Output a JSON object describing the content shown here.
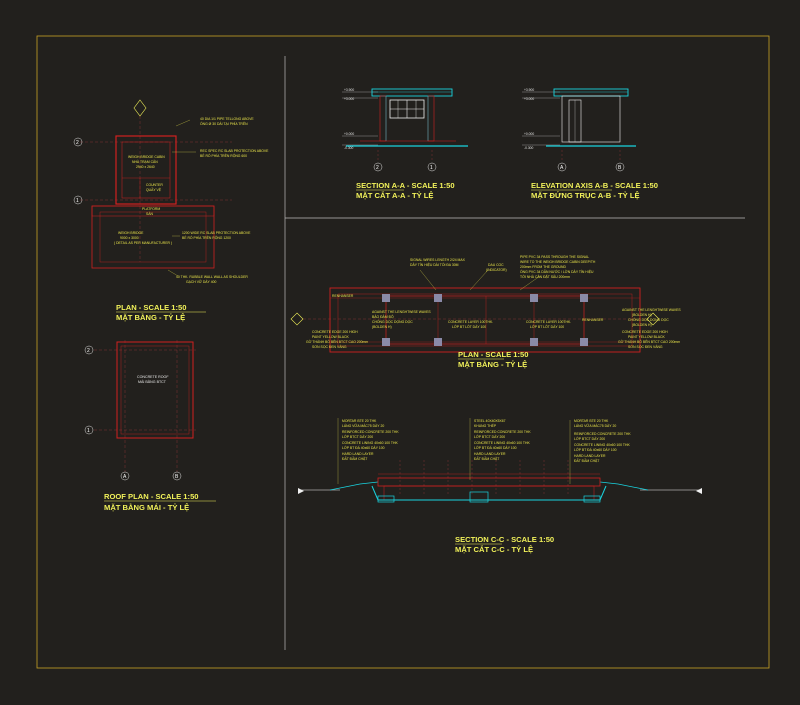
{
  "colors": {
    "background": "#22201d",
    "border": "#c9a227",
    "red": "#d02020",
    "cyan": "#19d4e0",
    "yellow": "#f2f25a",
    "white": "#f0f0f0",
    "divider": "#bdbdbd"
  },
  "plan_booth": {
    "title": "PLAN            - SCALE 1:50",
    "subtitle": "MẶT BẰNG    - TỶ LỆ",
    "axes": [
      "2",
      "1"
    ],
    "notes": [
      "40 DIA 1/1 PIPE TELLONG ABOVE",
      "ỐNG Ø 30 DÀI TẠI PHÍA TRÊN",
      "WEIGH BRIDGE CABIN",
      "NHÀ TRẠM CÂN",
      "2940 x 2640",
      "REC SPEC RC SLAB PROTECTION ABOVE",
      "BỂ RÓ PHÍA TRÊN RỘNG 600",
      "COUNTER",
      "QUẦY VỆ",
      "PLATFORM",
      "SÀN",
      "WEIGH BRIDGE",
      "9000 x 3000",
      "( DETAIL AS PER MANUFACTURER )",
      "1200 WIDE RC SLAB PROTECTION ABOVE",
      "BỂ RÓ PHÍA TRÊN RỘNG 1200",
      "40 THK. RUBBLE WALL WALL AS SHOULDER",
      "GẠCH VỮ DÀY 400"
    ]
  },
  "roof_plan": {
    "title": "ROOF PLAN         - SCALE 1:50",
    "subtitle": "MẶT BẰNG MÁI    - TỶ LỆ",
    "note_line1": "CONCRETE ROOF",
    "note_line2": "MÁI BẰNG BTCT",
    "axes_side": [
      "2",
      "1"
    ],
    "axes_bottom": [
      "A",
      "B"
    ]
  },
  "section_aa": {
    "title": "SECTION A-A    - SCALE 1:50",
    "subtitle": "MẶT CẮT A-A     - TỶ LỆ",
    "levels": [
      "+3.900",
      "+3.000",
      "+0.000",
      "-0.300"
    ],
    "axes": [
      "2",
      "1"
    ]
  },
  "elevation_ab": {
    "title": "ELEVATION AXIS A-B    - SCALE 1:50",
    "subtitle": "MẶT ĐỨNG TRỤC A-B    - TỶ LỆ",
    "levels": [
      "+3.900",
      "+3.000",
      "+0.000",
      "-0.300"
    ],
    "axes": [
      "A",
      "B"
    ]
  },
  "plan_bridge": {
    "title": "PLAN            - SCALE 1:50",
    "subtitle": "MẶT BẰNG    - TỶ LỆ",
    "notes_top": [
      "SIGNAL WIRES LENGTH 2/24 MAX",
      "DÂY TÍN HIỆU DÀI TỐI ĐA 30M",
      "DAU COC",
      "(INDICATOR)",
      "PIPE PVC 34 PASS THROUGH THE SIGNAL",
      "WIRE TO THE WEIGH BRIDGE CABIN DEEP/TH",
      "200mm FROM THE GROUND",
      "ỐNG PVC 34 DẪN NƯỚC / LỜN DÂY TÍN HIỆU",
      "TỚI NHÀ CÂN ĐẶT SÂU 200mm"
    ],
    "notes_left": [
      "AGAINST THE LENGHTWISE WAVES",
      "BẢO ĐẢM ĐỘ",
      "CHỐNG DỌC DỌNG DỌC",
      "(BOLDEN H)",
      "CONCRETE EDGE 200 HIGH",
      "PAINT YELLOW BLACK",
      "GỜ THÀNH BÓ BÊN BTCT CAO 200mm",
      "SƠN SỌC ĐEN VÀNG"
    ],
    "notes_mid": [
      "CONCRETE LAYER 100THK.",
      "LỚP BT LÓT DÀY 100"
    ],
    "notes_right": [
      "AGAINST THE LENGHTWISE WAVES",
      "(BOLDEN H)",
      "CHỐNG DỌC DỌNG DỌC",
      "(BOLDEN H)",
      "CONCRETE EDGE 200 HIGH",
      "PAINT YELLOW BLACK",
      "GỜ THÀNH BÓ BÊN BTCT CAO 200mm",
      "SƠN SỌC ĐEN VÀNG"
    ],
    "tags": [
      "RENHANSER",
      "RENHANSER"
    ]
  },
  "section_cc": {
    "title": "SECTION C-C    - SCALE 1:50",
    "subtitle": "MẶT CẮT C-C      - TỶ LỆ",
    "notes_a": [
      "MORTAR BTE 20 THK",
      "LÁNG VỮA MÁC75 DÀY 20",
      "REINFORCED CONCRETE 200 THK",
      "LỚP BTCT DÀY 200",
      "CONCRETE LINING 40x60 100 THK",
      "LỚP BT ĐÁ 40x60 DÀY 100",
      "HARD LAND LAYER",
      "ĐẤT ĐẦM CHẶT"
    ],
    "notes_b": [
      "STEEL 40X40X5X67",
      "KHUNG THÉP",
      "REINFORCED CONCRETE 200 THK",
      "LỚP BTCT DÀY 200",
      "CONCRETE LINING 40x60 100 THK",
      "LỚP BT ĐÁ 40x60 DÀY 100",
      "HARD LAND LAYER",
      "ĐẤT ĐẦM CHẶT"
    ],
    "notes_c": [
      "MORTAR BTE 20 THK",
      "LÁNG VỮA MÁC75 DÀY 20",
      "REINFORCED CONCRETE 200 THK",
      "LỚP BTCT DÀY 200",
      "CONCRETE LINING 40x60 100 THK",
      "LỚP BT ĐÁ 40x60 DÀY 100",
      "HARD LAND LAYER",
      "ĐẤT ĐẦM CHẶT"
    ]
  }
}
